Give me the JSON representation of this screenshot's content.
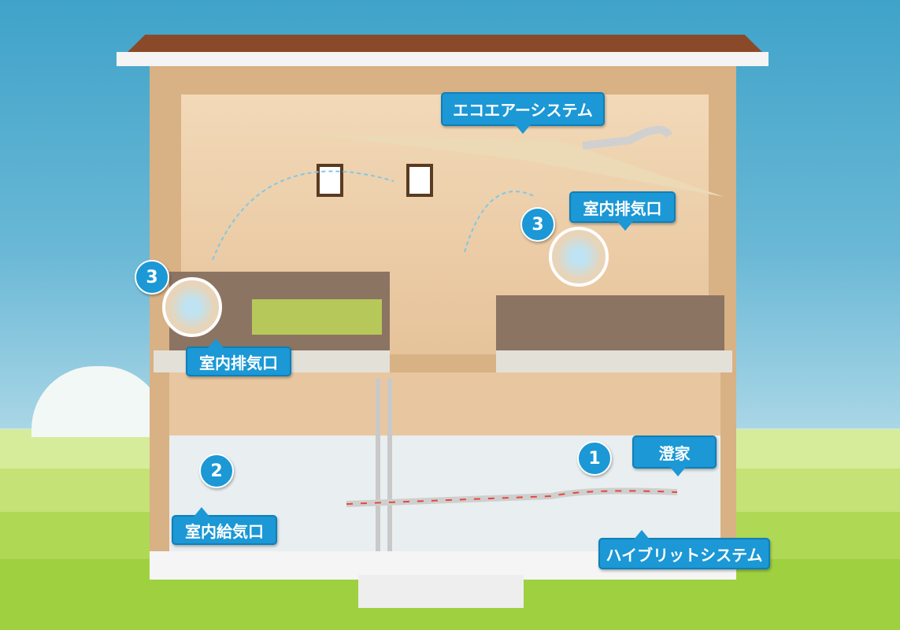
{
  "labels": {
    "eco_air": "エコエアーシステム",
    "exhaust_right": "室内排気口",
    "exhaust_left": "室内排気口",
    "supply": "室内給気口",
    "sumika": "澄家",
    "hybrid": "ハイブリットシステム"
  },
  "numbers": {
    "exhaust_right": "3",
    "exhaust_left": "3",
    "supply": "2",
    "sumika": "1"
  },
  "colors": {
    "callout": "#1b98d5",
    "sky": "#3fa3c9",
    "grass": "#9fd040"
  }
}
